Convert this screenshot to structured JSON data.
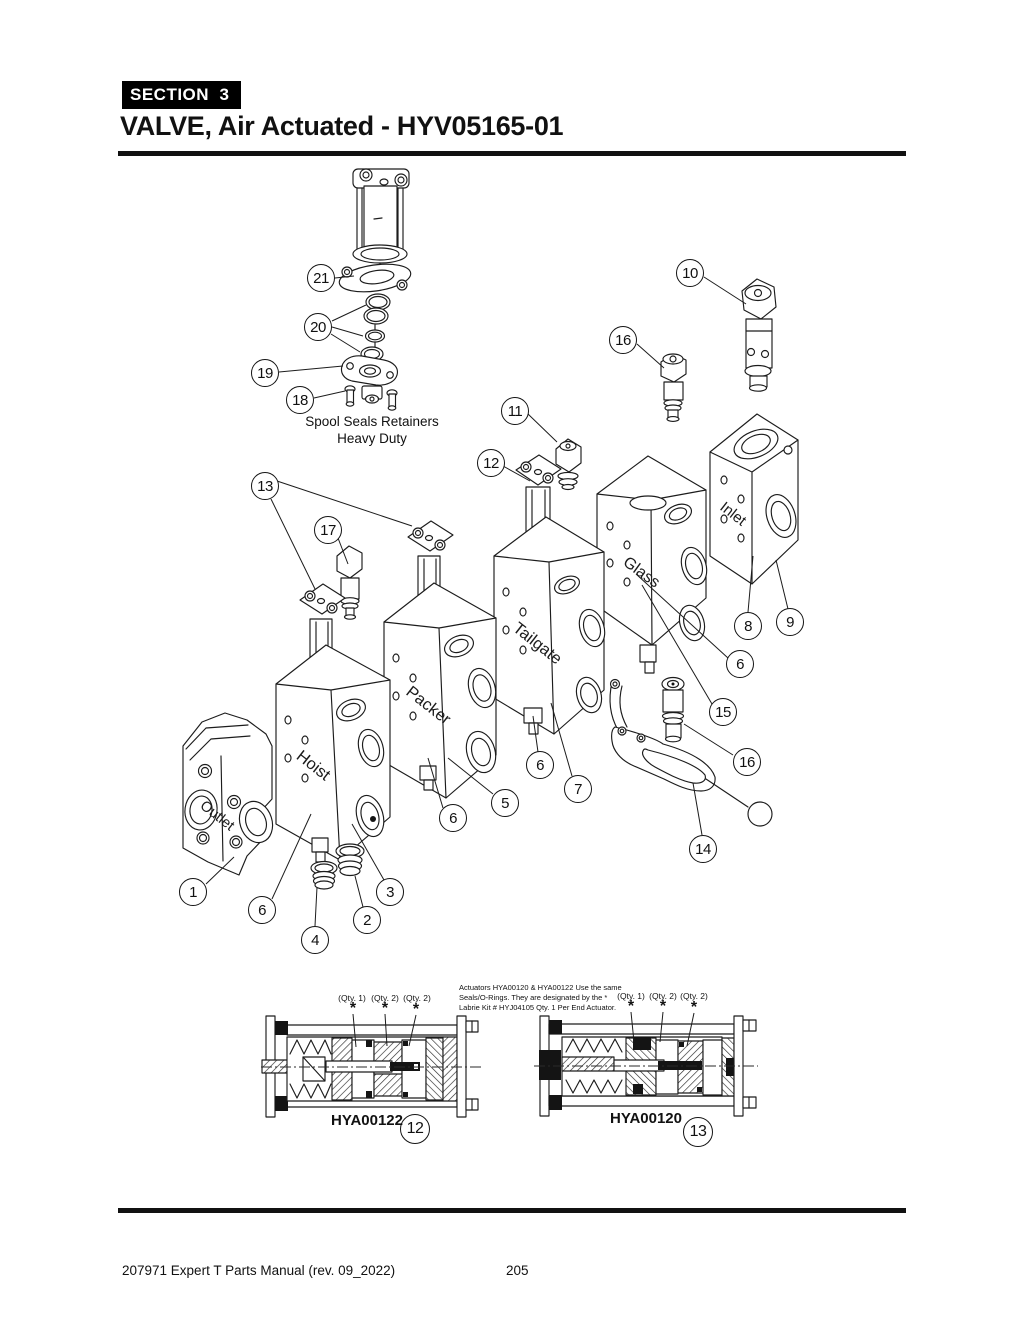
{
  "page": {
    "section_badge": "SECTION  3",
    "title": "VALVE, Air Actuated - HYV05165-01"
  },
  "diagram": {
    "spool_note_line1": "Spool Seals Retainers",
    "spool_note_line2": "Heavy Duty",
    "labels": {
      "inlet": "Inlet",
      "glass": "Glass",
      "tailgate": "Tailgate",
      "packer": "Packer",
      "hoist": "Hoist",
      "outlet": "Outlet"
    },
    "callouts": {
      "n1": "1",
      "n2": "2",
      "n3": "3",
      "n4": "4",
      "n5": "5",
      "n6": "6",
      "n7": "7",
      "n8": "8",
      "n9": "9",
      "n10": "10",
      "n11": "11",
      "n12": "12",
      "n13": "13",
      "n14": "14",
      "n15": "15",
      "n16": "16",
      "n17": "17",
      "n18": "18",
      "n19": "19",
      "n20": "20",
      "n21": "21"
    }
  },
  "cross_sections": {
    "note_line1": "Actuators HYA00120 & HYA00122 Use the same",
    "note_line2": "Seals/O-Rings. They are designated by the *",
    "note_line3": "Labrie Kit #  HYJ04105 Qty. 1 Per End Actuator.",
    "qty1": "(Qty. 1)",
    "qty2": "(Qty. 2)",
    "star": "*",
    "left_part": "HYA00122",
    "right_part": "HYA00120"
  },
  "footer": {
    "left": "207971 Expert T Parts Manual (rev. 09_2022)",
    "page": "205"
  }
}
